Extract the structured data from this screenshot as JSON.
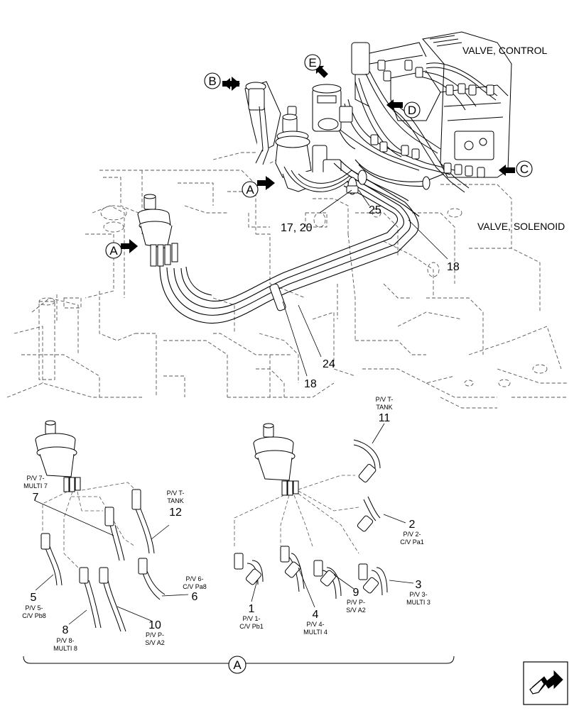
{
  "labels": {
    "valve_control": "VALVE, CONTROL",
    "valve_solenoid": "VALVE, SOLENOID"
  },
  "view_letters": [
    "A",
    "B",
    "C",
    "D",
    "E"
  ],
  "main_callouts": {
    "c25": "25",
    "c17_20": "17, 20",
    "c18_upper": "18",
    "c24": "24",
    "c18_lower": "18"
  },
  "detail_left": {
    "ports": [
      {
        "number": "7",
        "lines": [
          "P/V 7-",
          "MULTI 7"
        ]
      },
      {
        "number": "12",
        "lines": [
          "P/V T-",
          "TANK"
        ]
      },
      {
        "number": "5",
        "lines": [
          "P/V 5-",
          "C/V Pb8"
        ]
      },
      {
        "number": "6",
        "lines": [
          "P/V 6-",
          "C/V Pa8"
        ]
      },
      {
        "number": "8",
        "lines": [
          "P/V 8-",
          "MULTI 8"
        ]
      },
      {
        "number": "10",
        "lines": [
          "P/V P-",
          "S/V A2"
        ]
      }
    ]
  },
  "detail_right": {
    "ports": [
      {
        "number": "11",
        "lines": [
          "P/V T-",
          "TANK"
        ]
      },
      {
        "number": "2",
        "lines": [
          "P/V 2-",
          "C/V Pa1"
        ]
      },
      {
        "number": "3",
        "lines": [
          "P/V 3-",
          "MULTI 3"
        ]
      },
      {
        "number": "1",
        "lines": [
          "P/V 1-",
          "C/V Pb1"
        ]
      },
      {
        "number": "4",
        "lines": [
          "P/V 4-",
          "MULTI 4"
        ]
      },
      {
        "number": "9",
        "lines": [
          "P/V P-",
          "S/V A2"
        ]
      }
    ]
  },
  "detail_view_letter": "A",
  "nav_icon": "next-page-arrow-icon"
}
